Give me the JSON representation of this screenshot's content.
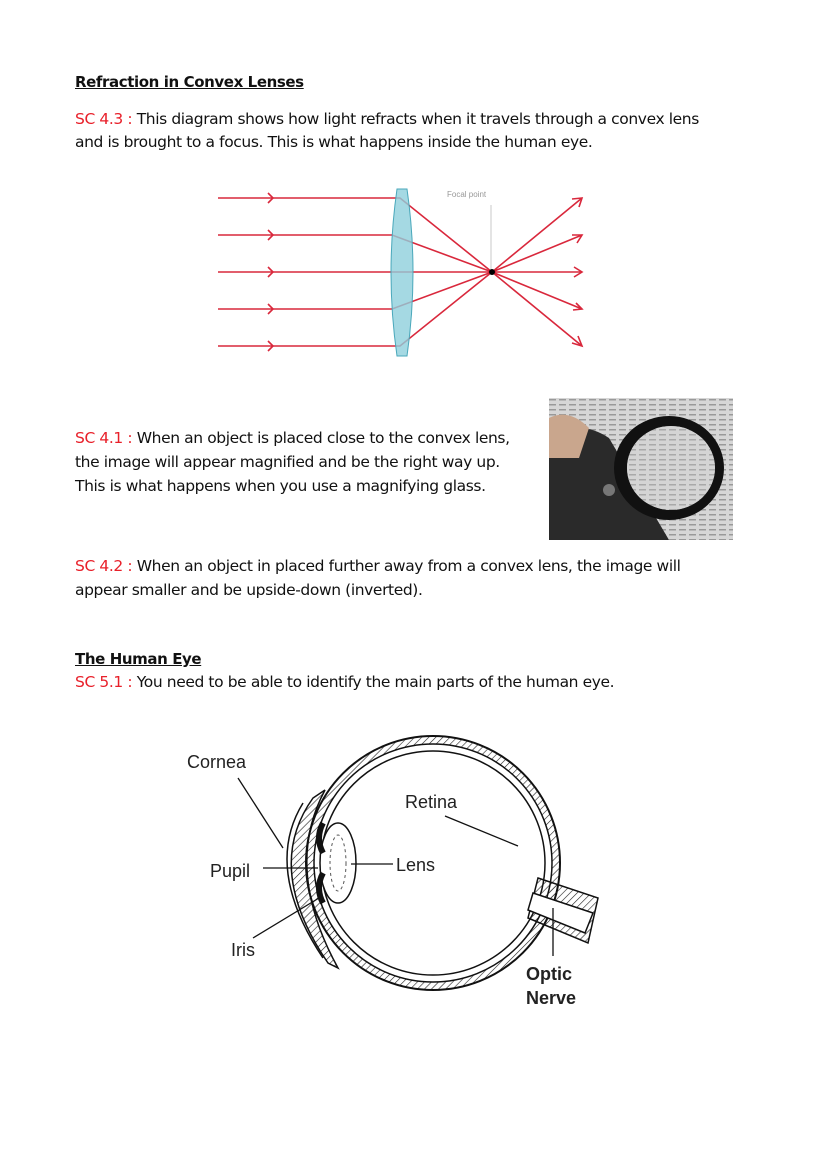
{
  "section1": {
    "heading": "Refraction in Convex Lenses",
    "sc43": {
      "code": "SC 4.3 :",
      "line1": " This diagram shows how light refracts when it travels through a convex lens",
      "line2": "and is brought to a focus. This is what happens inside the human eye."
    },
    "diagram": {
      "focal_label": "Focal point"
    },
    "sc41": {
      "code": "SC 4.1 :",
      "line1": " When an object is placed close to the convex lens,",
      "line2": "the image will appear magnified and be the right way up.",
      "line3": "This is what happens when you use a magnifying glass."
    },
    "sc42": {
      "code": "SC 4.2 :",
      "line1": " When an object in placed further away from a convex lens, the image will",
      "line2": "appear smaller and be upside-down (inverted)."
    }
  },
  "section2": {
    "heading": "The Human Eye",
    "sc51": {
      "code": "SC 5.1 :",
      "line1": " You need to be able to identify the main parts of the human eye."
    },
    "eye_labels": {
      "cornea": "Cornea",
      "retina": "Retina",
      "pupil": "Pupil",
      "lens": "Lens",
      "iris": "Iris",
      "optic1": "Optic",
      "optic2": "Nerve"
    }
  },
  "colors": {
    "accent": "#e8202a",
    "ray": "#d9283c",
    "lens": "#8fd0dc"
  }
}
